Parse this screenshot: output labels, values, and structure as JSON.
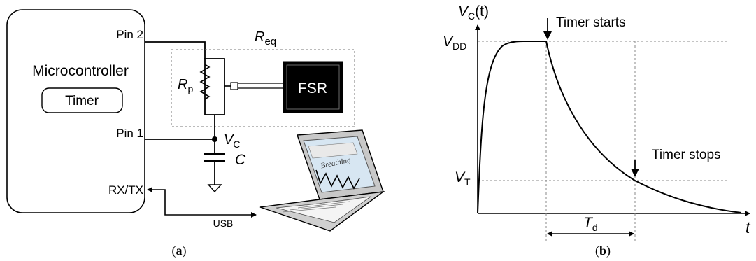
{
  "panel_a": {
    "caption_open": "(",
    "caption_letter": "a",
    "caption_close": ")",
    "microcontroller_label": "Microcontroller",
    "timer_label": "Timer",
    "pin2_label": "Pin 2",
    "pin1_label": "Pin 1",
    "rxtx_label": "RX/TX",
    "req_main": "R",
    "req_sub": "eq",
    "rp_main": "R",
    "rp_sub": "p",
    "vc_main": "V",
    "vc_sub": "C",
    "c_label": "C",
    "fsr_label": "FSR",
    "usb_label": "USB",
    "laptop_screen_text": "Breathing"
  },
  "panel_b": {
    "caption_open": "(",
    "caption_letter": "b",
    "caption_close": ")",
    "y_axis_main": "V",
    "y_axis_sub": "C",
    "y_axis_tail": "(t)",
    "x_axis_label": "t",
    "vdd_main": "V",
    "vdd_sub": "DD",
    "vt_main": "V",
    "vt_sub": "T",
    "timer_starts": "Timer starts",
    "timer_stops": "Timer stops",
    "td_main": "T",
    "td_sub": "d"
  }
}
